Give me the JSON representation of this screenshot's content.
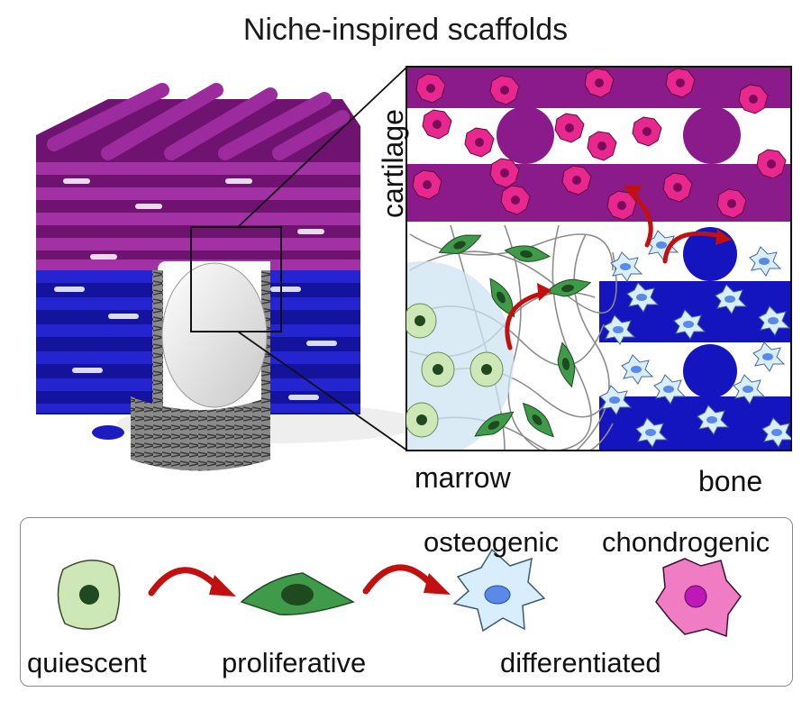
{
  "title": "Niche-inspired scaffolds",
  "zones": {
    "cartilage": "cartilage",
    "marrow": "marrow",
    "bone": "bone"
  },
  "legend": {
    "quiescent": "quiescent",
    "proliferative": "proliferative",
    "differentiated": "differentiated",
    "osteogenic": "osteogenic",
    "chondrogenic": "chondrogenic"
  },
  "colors": {
    "cartilage_scaffold": "#8a1a8c",
    "bone_scaffold": "#1515c0",
    "chondrogenic_cell": "#e8288f",
    "osteogenic_cell": "#d8eefc",
    "quiescent_cell": "#cde8b6",
    "proliferative_cell": "#3f9a4a",
    "arrow": "#c01010"
  }
}
